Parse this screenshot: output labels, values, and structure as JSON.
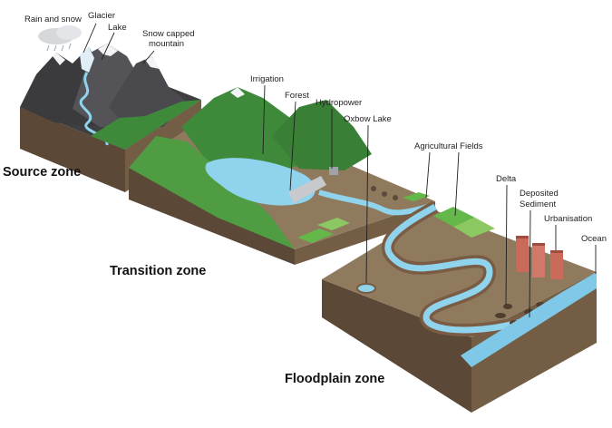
{
  "labels": {
    "rain_and_snow": "Rain and snow",
    "glacier": "Glacier",
    "lake": "Lake",
    "snow_capped_mountain_line1": "Snow capped",
    "snow_capped_mountain_line2": "mountain",
    "irrigation": "Irrigation",
    "forest": "Forest",
    "hydropower": "Hydropower",
    "oxbow_lake": "Oxbow Lake",
    "agricultural_fields": "Agricultural Fields",
    "delta": "Delta",
    "deposited_sediment_line1": "Deposited",
    "deposited_sediment_line2": "Sediment",
    "urbanisation": "Urbanisation",
    "ocean": "Ocean"
  },
  "zones": {
    "source": "Source zone",
    "transition": "Transition zone",
    "floodplain": "Floodplain zone"
  },
  "colors": {
    "soil_side": "#6e5842",
    "soil_dark": "#4f3e2d",
    "water": "#8fd3ec",
    "grass": "#57a842",
    "mountain": "#4a4a4c",
    "sand": "#9a8163",
    "ocean": "#7fc8e8"
  }
}
